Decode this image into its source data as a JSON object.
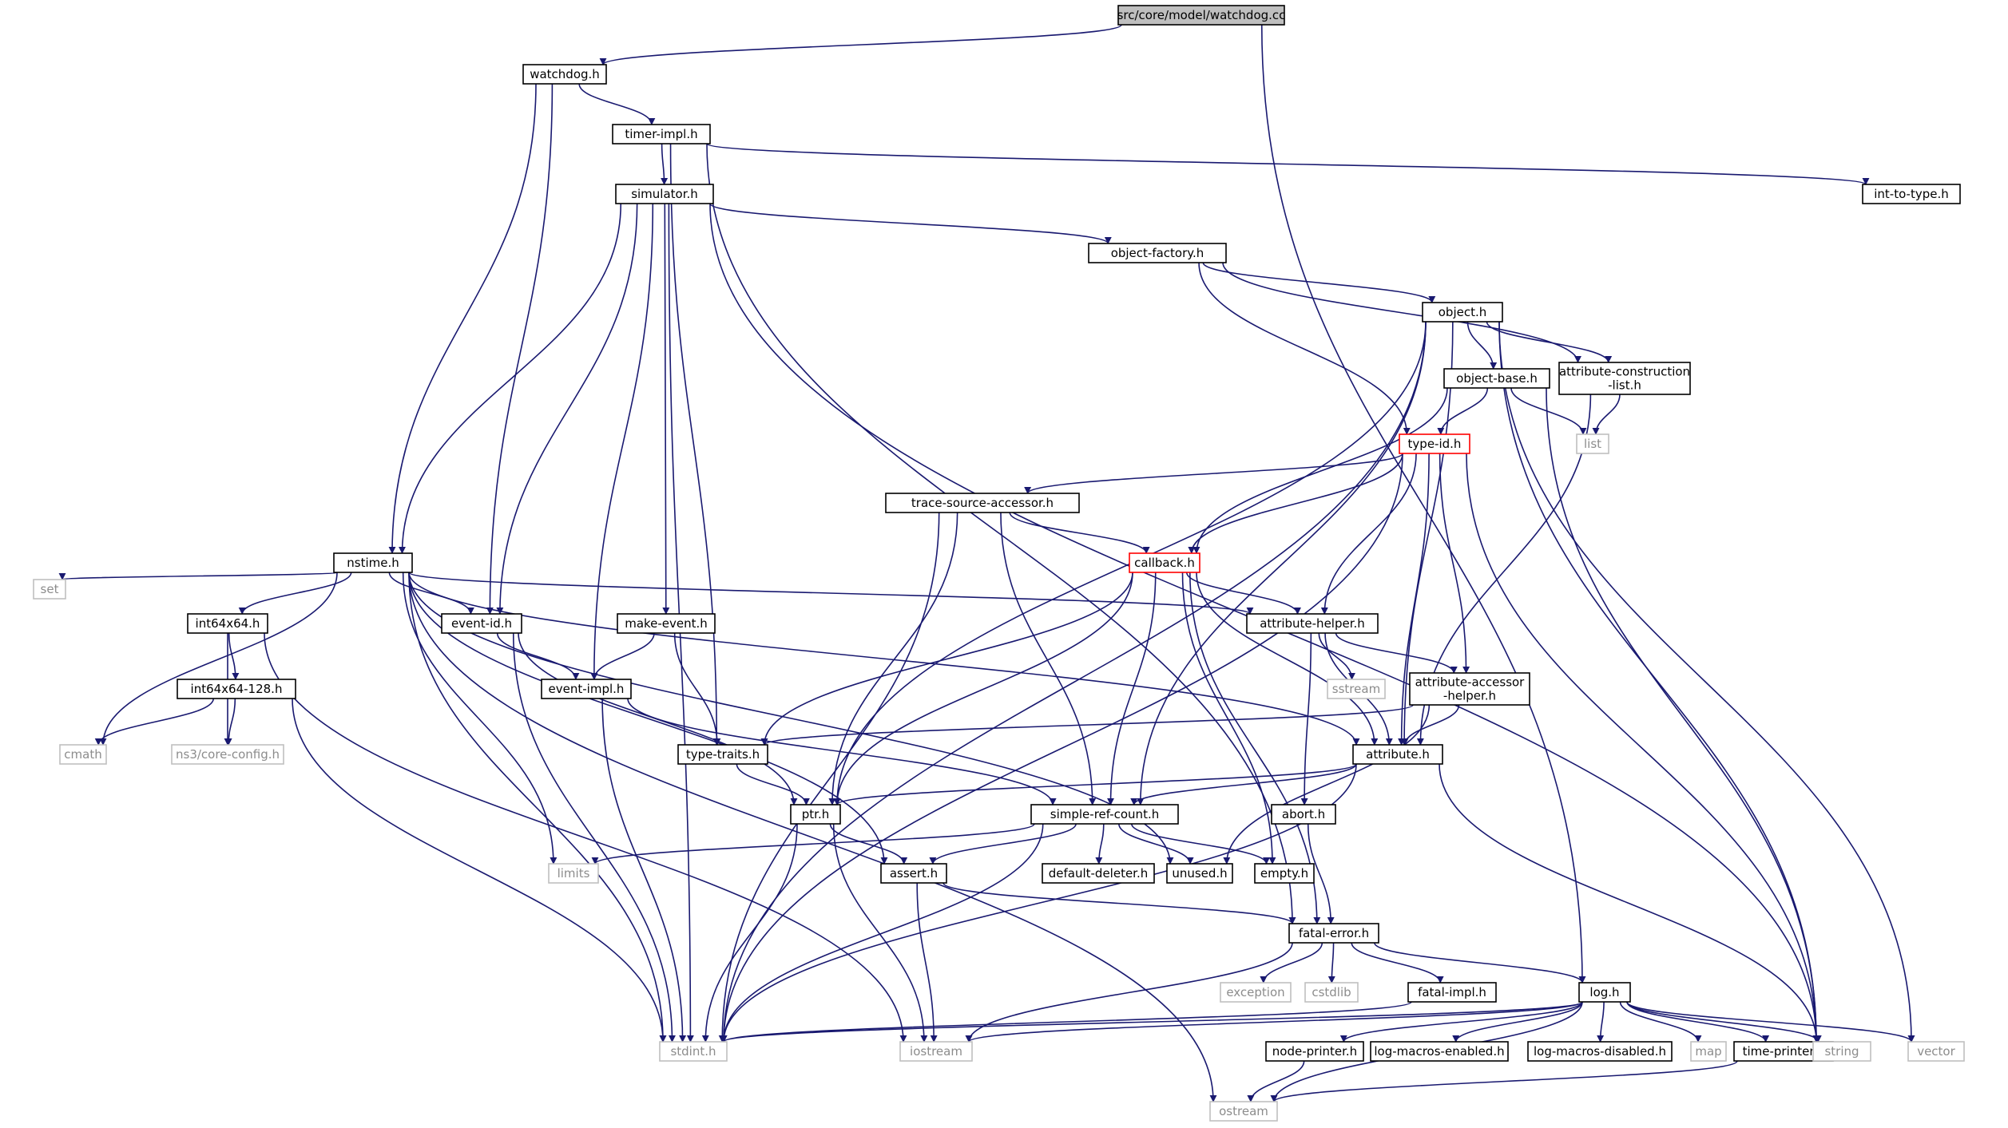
{
  "colors": {
    "edge": "#191970",
    "node_border": "#000000",
    "node_border_external": "#bfbfbf",
    "node_border_truncated": "#ff0000",
    "root_fill": "#bfbfbf",
    "fill": "#ffffff",
    "text": "#000000",
    "text_external": "#8c8c8c"
  },
  "nodes": [
    {
      "id": "watchdog_cc",
      "lines": [
        "src/core/model/watchdog.cc"
      ],
      "kind": "root"
    },
    {
      "id": "watchdog_h",
      "lines": [
        "watchdog.h"
      ],
      "kind": "local"
    },
    {
      "id": "timer_impl_h",
      "lines": [
        "timer-impl.h"
      ],
      "kind": "local"
    },
    {
      "id": "int_to_type_h",
      "lines": [
        "int-to-type.h"
      ],
      "kind": "local"
    },
    {
      "id": "simulator_h",
      "lines": [
        "simulator.h"
      ],
      "kind": "local"
    },
    {
      "id": "object_factory_h",
      "lines": [
        "object-factory.h"
      ],
      "kind": "local"
    },
    {
      "id": "object_h",
      "lines": [
        "object.h"
      ],
      "kind": "local"
    },
    {
      "id": "object_base_h",
      "lines": [
        "object-base.h"
      ],
      "kind": "local"
    },
    {
      "id": "attr_construction_list_h",
      "lines": [
        "attribute-construction",
        "-list.h"
      ],
      "kind": "local"
    },
    {
      "id": "list",
      "lines": [
        "list"
      ],
      "kind": "external"
    },
    {
      "id": "type_id_h",
      "lines": [
        "type-id.h"
      ],
      "kind": "truncated"
    },
    {
      "id": "trace_source_accessor_h",
      "lines": [
        "trace-source-accessor.h"
      ],
      "kind": "local"
    },
    {
      "id": "callback_h",
      "lines": [
        "callback.h"
      ],
      "kind": "truncated"
    },
    {
      "id": "nstime_h",
      "lines": [
        "nstime.h"
      ],
      "kind": "local"
    },
    {
      "id": "set",
      "lines": [
        "set"
      ],
      "kind": "external"
    },
    {
      "id": "int64x64_h",
      "lines": [
        "int64x64.h"
      ],
      "kind": "local"
    },
    {
      "id": "event_id_h",
      "lines": [
        "event-id.h"
      ],
      "kind": "local"
    },
    {
      "id": "make_event_h",
      "lines": [
        "make-event.h"
      ],
      "kind": "local"
    },
    {
      "id": "attribute_helper_h",
      "lines": [
        "attribute-helper.h"
      ],
      "kind": "local"
    },
    {
      "id": "int64x64_128_h",
      "lines": [
        "int64x64-128.h"
      ],
      "kind": "local"
    },
    {
      "id": "event_impl_h",
      "lines": [
        "event-impl.h"
      ],
      "kind": "local"
    },
    {
      "id": "sstream",
      "lines": [
        "sstream"
      ],
      "kind": "external"
    },
    {
      "id": "attr_accessor_helper_h",
      "lines": [
        "attribute-accessor",
        "-helper.h"
      ],
      "kind": "local"
    },
    {
      "id": "cmath",
      "lines": [
        "cmath"
      ],
      "kind": "external"
    },
    {
      "id": "core_config_h",
      "lines": [
        "ns3/core-config.h"
      ],
      "kind": "external"
    },
    {
      "id": "type_traits_h",
      "lines": [
        "type-traits.h"
      ],
      "kind": "local"
    },
    {
      "id": "attribute_h",
      "lines": [
        "attribute.h"
      ],
      "kind": "local"
    },
    {
      "id": "ptr_h",
      "lines": [
        "ptr.h"
      ],
      "kind": "local"
    },
    {
      "id": "simple_ref_count_h",
      "lines": [
        "simple-ref-count.h"
      ],
      "kind": "local"
    },
    {
      "id": "abort_h",
      "lines": [
        "abort.h"
      ],
      "kind": "local"
    },
    {
      "id": "limits",
      "lines": [
        "limits"
      ],
      "kind": "external"
    },
    {
      "id": "assert_h",
      "lines": [
        "assert.h"
      ],
      "kind": "local"
    },
    {
      "id": "default_deleter_h",
      "lines": [
        "default-deleter.h"
      ],
      "kind": "local"
    },
    {
      "id": "unused_h",
      "lines": [
        "unused.h"
      ],
      "kind": "local"
    },
    {
      "id": "empty_h",
      "lines": [
        "empty.h"
      ],
      "kind": "local"
    },
    {
      "id": "fatal_error_h",
      "lines": [
        "fatal-error.h"
      ],
      "kind": "local"
    },
    {
      "id": "exception",
      "lines": [
        "exception"
      ],
      "kind": "external"
    },
    {
      "id": "cstdlib",
      "lines": [
        "cstdlib"
      ],
      "kind": "external"
    },
    {
      "id": "fatal_impl_h",
      "lines": [
        "fatal-impl.h"
      ],
      "kind": "local"
    },
    {
      "id": "log_h",
      "lines": [
        "log.h"
      ],
      "kind": "local"
    },
    {
      "id": "stdint_h",
      "lines": [
        "stdint.h"
      ],
      "kind": "external"
    },
    {
      "id": "iostream",
      "lines": [
        "iostream"
      ],
      "kind": "external"
    },
    {
      "id": "node_printer_h",
      "lines": [
        "node-printer.h"
      ],
      "kind": "local"
    },
    {
      "id": "log_macros_enabled_h",
      "lines": [
        "log-macros-enabled.h"
      ],
      "kind": "local"
    },
    {
      "id": "log_macros_disabled_h",
      "lines": [
        "log-macros-disabled.h"
      ],
      "kind": "local"
    },
    {
      "id": "map",
      "lines": [
        "map"
      ],
      "kind": "external"
    },
    {
      "id": "time_printer_h",
      "lines": [
        "time-printer.h"
      ],
      "kind": "local"
    },
    {
      "id": "string",
      "lines": [
        "string"
      ],
      "kind": "external"
    },
    {
      "id": "vector",
      "lines": [
        "vector"
      ],
      "kind": "external"
    },
    {
      "id": "ostream",
      "lines": [
        "ostream"
      ],
      "kind": "external"
    }
  ],
  "edges": [
    [
      "watchdog_cc",
      "watchdog_h"
    ],
    [
      "watchdog_cc",
      "log_h"
    ],
    [
      "watchdog_h",
      "timer_impl_h"
    ],
    [
      "watchdog_h",
      "nstime_h"
    ],
    [
      "watchdog_h",
      "event_id_h"
    ],
    [
      "timer_impl_h",
      "int_to_type_h"
    ],
    [
      "timer_impl_h",
      "simulator_h"
    ],
    [
      "timer_impl_h",
      "fatal_error_h"
    ],
    [
      "timer_impl_h",
      "type_traits_h"
    ],
    [
      "simulator_h",
      "object_factory_h"
    ],
    [
      "simulator_h",
      "nstime_h"
    ],
    [
      "simulator_h",
      "event_id_h"
    ],
    [
      "simulator_h",
      "make_event_h"
    ],
    [
      "simulator_h",
      "event_impl_h"
    ],
    [
      "simulator_h",
      "stdint_h"
    ],
    [
      "simulator_h",
      "string"
    ],
    [
      "object_factory_h",
      "object_h"
    ],
    [
      "object_factory_h",
      "type_id_h"
    ],
    [
      "object_factory_h",
      "attr_construction_list_h"
    ],
    [
      "object_h",
      "object_base_h"
    ],
    [
      "object_h",
      "attr_construction_list_h"
    ],
    [
      "object_h",
      "ptr_h"
    ],
    [
      "object_h",
      "attribute_h"
    ],
    [
      "object_h",
      "simple_ref_count_h"
    ],
    [
      "object_h",
      "stdint_h"
    ],
    [
      "object_h",
      "string"
    ],
    [
      "object_h",
      "vector"
    ],
    [
      "object_base_h",
      "type_id_h"
    ],
    [
      "object_base_h",
      "callback_h"
    ],
    [
      "object_base_h",
      "list"
    ],
    [
      "object_base_h",
      "string"
    ],
    [
      "attr_construction_list_h",
      "list"
    ],
    [
      "attr_construction_list_h",
      "attribute_h"
    ],
    [
      "type_id_h",
      "trace_source_accessor_h"
    ],
    [
      "type_id_h",
      "callback_h"
    ],
    [
      "type_id_h",
      "attribute_helper_h"
    ],
    [
      "type_id_h",
      "attr_accessor_helper_h"
    ],
    [
      "type_id_h",
      "attribute_h"
    ],
    [
      "type_id_h",
      "string"
    ],
    [
      "type_id_h",
      "stdint_h"
    ],
    [
      "trace_source_accessor_h",
      "callback_h"
    ],
    [
      "trace_source_accessor_h",
      "ptr_h"
    ],
    [
      "trace_source_accessor_h",
      "simple_ref_count_h"
    ],
    [
      "trace_source_accessor_h",
      "stdint_h"
    ],
    [
      "callback_h",
      "attribute_helper_h"
    ],
    [
      "callback_h",
      "type_traits_h"
    ],
    [
      "callback_h",
      "ptr_h"
    ],
    [
      "callback_h",
      "simple_ref_count_h"
    ],
    [
      "callback_h",
      "attribute_h"
    ],
    [
      "callback_h",
      "fatal_error_h"
    ],
    [
      "callback_h",
      "empty_h"
    ],
    [
      "nstime_h",
      "set"
    ],
    [
      "nstime_h",
      "cmath"
    ],
    [
      "nstime_h",
      "int64x64_h"
    ],
    [
      "nstime_h",
      "event_id_h"
    ],
    [
      "nstime_h",
      "attribute_helper_h"
    ],
    [
      "nstime_h",
      "attribute_h"
    ],
    [
      "nstime_h",
      "limits"
    ],
    [
      "nstime_h",
      "stdint_h"
    ],
    [
      "nstime_h",
      "assert_h"
    ],
    [
      "nstime_h",
      "unused_h"
    ],
    [
      "nstime_h",
      "ostream"
    ],
    [
      "int64x64_h",
      "int64x64_128_h"
    ],
    [
      "int64x64_h",
      "core_config_h"
    ],
    [
      "int64x64_h",
      "iostream"
    ],
    [
      "int64x64_128_h",
      "cmath"
    ],
    [
      "int64x64_128_h",
      "core_config_h"
    ],
    [
      "int64x64_128_h",
      "stdint_h"
    ],
    [
      "event_id_h",
      "event_impl_h"
    ],
    [
      "event_id_h",
      "ptr_h"
    ],
    [
      "event_id_h",
      "stdint_h"
    ],
    [
      "make_event_h",
      "event_impl_h"
    ],
    [
      "make_event_h",
      "type_traits_h"
    ],
    [
      "event_impl_h",
      "simple_ref_count_h"
    ],
    [
      "event_impl_h",
      "stdint_h"
    ],
    [
      "attribute_helper_h",
      "sstream"
    ],
    [
      "attribute_helper_h",
      "attr_accessor_helper_h"
    ],
    [
      "attribute_helper_h",
      "attribute_h"
    ],
    [
      "attribute_helper_h",
      "abort_h"
    ],
    [
      "attr_accessor_helper_h",
      "attribute_h"
    ],
    [
      "attr_accessor_helper_h",
      "type_traits_h"
    ],
    [
      "attr_accessor_helper_h",
      "unused_h"
    ],
    [
      "type_traits_h",
      "ptr_h"
    ],
    [
      "attribute_h",
      "ptr_h"
    ],
    [
      "attribute_h",
      "simple_ref_count_h"
    ],
    [
      "attribute_h",
      "string"
    ],
    [
      "attribute_h",
      "stdint_h"
    ],
    [
      "ptr_h",
      "assert_h"
    ],
    [
      "ptr_h",
      "iostream"
    ],
    [
      "ptr_h",
      "stdint_h"
    ],
    [
      "simple_ref_count_h",
      "limits"
    ],
    [
      "simple_ref_count_h",
      "assert_h"
    ],
    [
      "simple_ref_count_h",
      "default_deleter_h"
    ],
    [
      "simple_ref_count_h",
      "unused_h"
    ],
    [
      "simple_ref_count_h",
      "empty_h"
    ],
    [
      "simple_ref_count_h",
      "stdint_h"
    ],
    [
      "abort_h",
      "fatal_error_h"
    ],
    [
      "assert_h",
      "fatal_error_h"
    ],
    [
      "assert_h",
      "iostream"
    ],
    [
      "fatal_error_h",
      "exception"
    ],
    [
      "fatal_error_h",
      "cstdlib"
    ],
    [
      "fatal_error_h",
      "fatal_impl_h"
    ],
    [
      "fatal_error_h",
      "log_h"
    ],
    [
      "fatal_error_h",
      "iostream"
    ],
    [
      "fatal_impl_h",
      "stdint_h"
    ],
    [
      "log_h",
      "stdint_h"
    ],
    [
      "log_h",
      "iostream"
    ],
    [
      "log_h",
      "node_printer_h"
    ],
    [
      "log_h",
      "log_macros_enabled_h"
    ],
    [
      "log_h",
      "log_macros_disabled_h"
    ],
    [
      "log_h",
      "map"
    ],
    [
      "log_h",
      "time_printer_h"
    ],
    [
      "log_h",
      "string"
    ],
    [
      "log_h",
      "vector"
    ],
    [
      "log_h",
      "ostream"
    ],
    [
      "node_printer_h",
      "ostream"
    ],
    [
      "time_printer_h",
      "ostream"
    ]
  ]
}
